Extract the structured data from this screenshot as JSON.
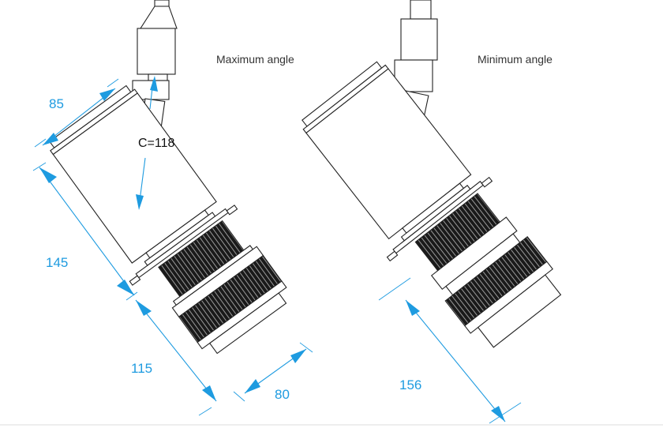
{
  "captions": {
    "left": "Maximum angle",
    "right": "Minimum angle"
  },
  "dimensions": {
    "top_width": "85",
    "body_length": "145",
    "lens_length": "115",
    "lens_width": "80",
    "total_min": "156",
    "c_value": "C=118"
  },
  "colors": {
    "dimension": "#1e9be0",
    "line": "#222222",
    "knurl": "#1a1a1a"
  }
}
